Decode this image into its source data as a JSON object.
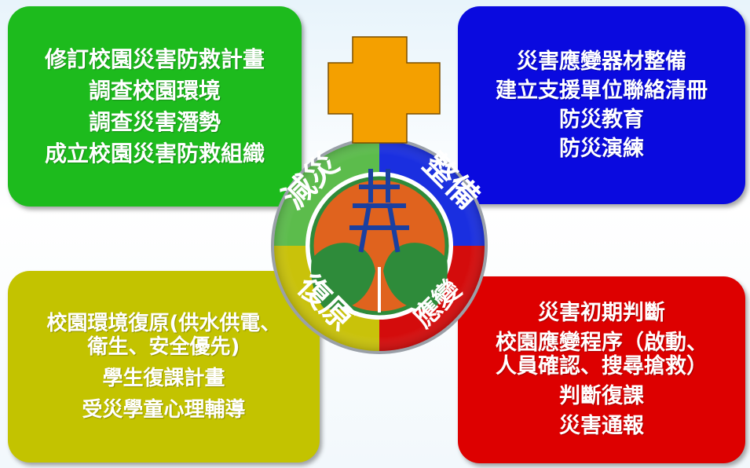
{
  "quadrants": {
    "mitigation": {
      "label": "減災",
      "color": "#1dbb1d",
      "items": [
        "修訂校園災害防救計畫",
        "調查校園環境",
        "調查災害潛勢",
        "成立校園災害防救組織"
      ]
    },
    "preparedness": {
      "label": "整備",
      "color": "#0a0adf",
      "items": [
        "災害應變器材整備",
        "建立支援單位聯絡清冊",
        "防災教育",
        "防災演練"
      ]
    },
    "recovery": {
      "label": "復原",
      "color": "#c3c300",
      "items": [
        "校園環境復原(供水供電、",
        "衛生、安全優先)",
        "學生復課計畫",
        "受災學童心理輔導"
      ]
    },
    "response": {
      "label": "應變",
      "color": "#dd0000",
      "items": [
        "災害初期判斷",
        "校園應變程序（啟動、",
        "人員確認、搜尋搶救）",
        "判斷復課",
        "災害通報"
      ]
    }
  },
  "emblem": {
    "cross_color": "#f4a000",
    "inner_color": "#e0631e",
    "leaf_color": "#2e8b3a",
    "tower_color": "#1a3fa0"
  }
}
